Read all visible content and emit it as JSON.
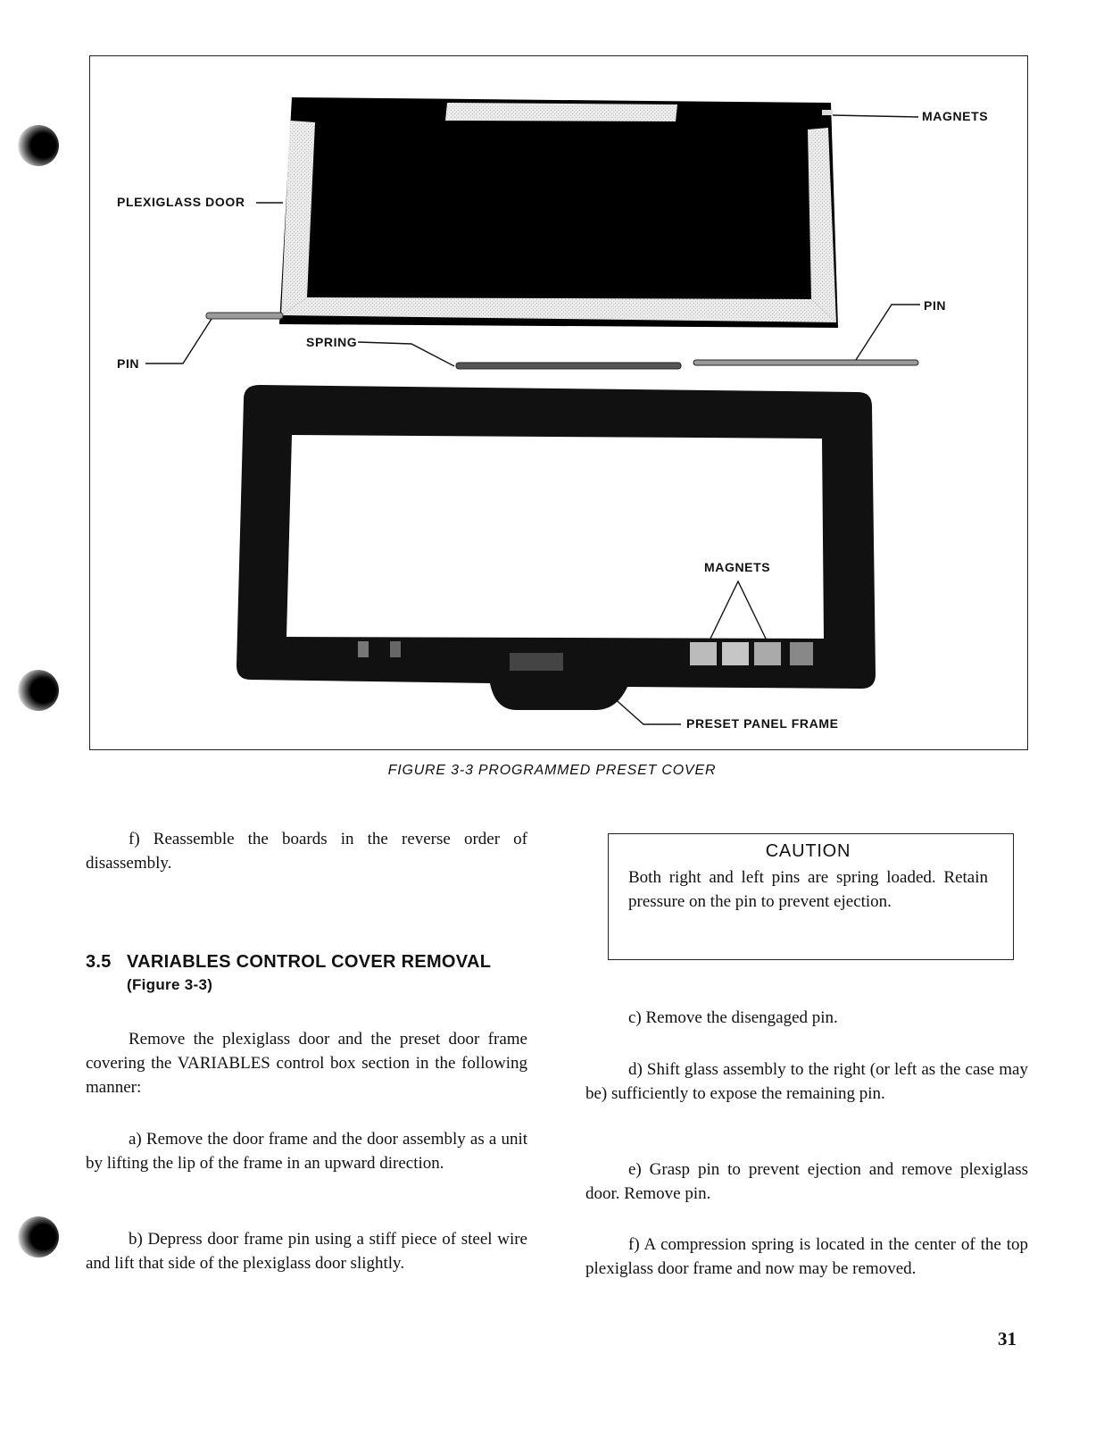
{
  "figure": {
    "labels": {
      "magnets_top": "MAGNETS",
      "plexiglass_door": "PLEXIGLASS DOOR",
      "pin_right": "PIN",
      "spring": "SPRING",
      "pin_left": "PIN",
      "magnets_bottom": "MAGNETS",
      "preset_panel_frame": "PRESET PANEL FRAME"
    },
    "caption": "FIGURE 3-3  PROGRAMMED PRESET COVER"
  },
  "left_column": {
    "step_f_prev": "f) Reassemble the boards in the reverse order of disassembly.",
    "section_number": "3.5",
    "section_title": "VARIABLES CONTROL COVER REMOVAL",
    "section_ref": "(Figure 3-3)",
    "intro": "Remove the plexiglass door and the preset door frame covering the VARIABLES control box section in the following manner:",
    "step_a": "a) Remove the door frame and the door assembly as a unit by lifting the lip of the frame in an upward direction.",
    "step_b": "b) Depress door frame pin using a stiff piece of steel wire and lift that side of the plexiglass door slightly."
  },
  "caution": {
    "title": "CAUTION",
    "body": "Both right and left pins are spring loaded. Retain pressure on the pin to prevent ejection."
  },
  "right_column": {
    "step_c": "c) Remove the disengaged pin.",
    "step_d": "d) Shift glass assembly to the right (or left as the case may be) sufficiently to expose the remaining pin.",
    "step_e": "e) Grasp pin to prevent ejection and remove plexiglass door. Remove pin.",
    "step_f": "f) A compression spring is located in the center of the top plexiglass door frame and now may be removed."
  },
  "page_number": "31"
}
